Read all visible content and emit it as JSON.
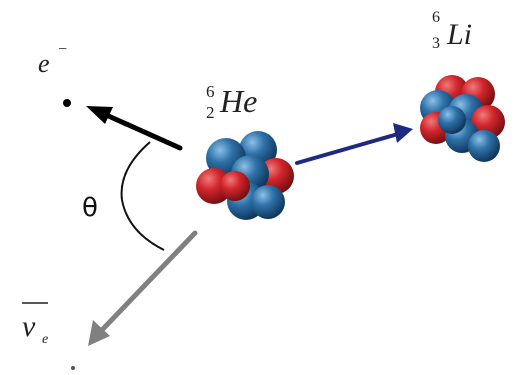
{
  "particles": {
    "electron": {
      "symbol": "e",
      "charge": "−"
    },
    "parent_nucleus": {
      "mass_number": "6",
      "atomic_number": "2",
      "symbol": "He"
    },
    "daughter_nucleus": {
      "mass_number": "6",
      "atomic_number": "3",
      "symbol": "Li"
    },
    "antineutrino": {
      "symbol": "ν",
      "subscript": "e"
    }
  },
  "angle": {
    "label": "θ"
  },
  "colors": {
    "proton": "#c4262c",
    "neutron": "#2b6ea3",
    "electron_arrow": "#000000",
    "recoil_arrow": "#1d2a80",
    "neutrino_arrow": "#808080"
  }
}
